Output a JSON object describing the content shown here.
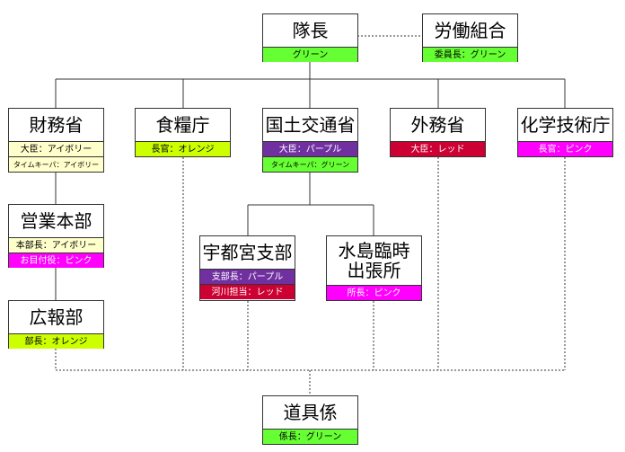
{
  "colors": {
    "green": "#66ff33",
    "ivory": "#ffffcc",
    "orange": "#ccff00",
    "purple": "#7030a0",
    "red": "#cc0033",
    "pink": "#ff00ff"
  },
  "nodes": {
    "taicho": {
      "title": "隊長",
      "roles": [
        "グリーン"
      ]
    },
    "roudou": {
      "title": "労働組合",
      "roles": [
        "委員長：グリーン"
      ]
    },
    "zaimu": {
      "title": "財務省",
      "roles": [
        "大臣：アイボリー",
        "タイムキーパ：アイボリー"
      ]
    },
    "shokuryo": {
      "title": "食糧庁",
      "roles": [
        "長官：オレンジ"
      ]
    },
    "kokudo": {
      "title": "国土交通省",
      "roles": [
        "大臣：パープル",
        "タイムキーパ：グリーン"
      ]
    },
    "gaimu": {
      "title": "外務省",
      "roles": [
        "大臣：レッド"
      ]
    },
    "kagaku": {
      "title": "化学技術庁",
      "roles": [
        "長官：ピンク"
      ]
    },
    "eigyo": {
      "title": "営業本部",
      "roles": [
        "本部長：アイボリー",
        "お目付役：ピンク"
      ]
    },
    "utsunomiya": {
      "title": "宇都宮支部",
      "roles": [
        "支部長：パープル",
        "河川担当：レッド"
      ]
    },
    "mizushima": {
      "title": "水島臨時\n出張所",
      "roles": [
        "所長：ピンク"
      ]
    },
    "koho": {
      "title": "広報部",
      "roles": [
        "部長：オレンジ"
      ]
    },
    "dougu": {
      "title": "道具係",
      "roles": [
        "係長：グリーン"
      ]
    }
  }
}
